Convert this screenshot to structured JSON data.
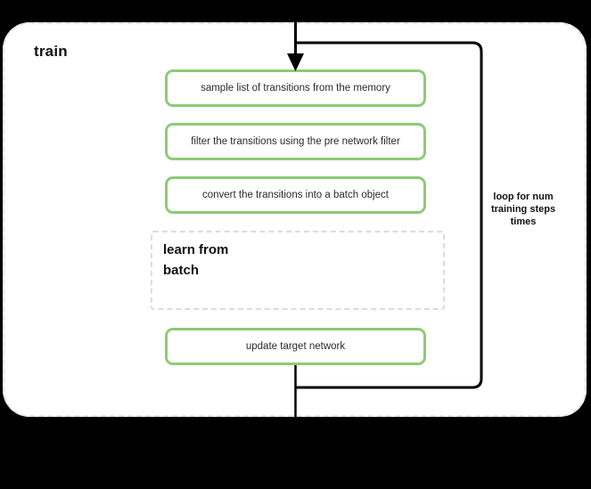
{
  "diagram": {
    "title": "train",
    "background_color": "#000000",
    "container": {
      "name": "train-container",
      "border_style": "dashed",
      "border_color": "#e3e3e3",
      "fill": "#ffffff"
    },
    "steps": [
      {
        "id": "sample",
        "label": "sample list of transitions from the memory",
        "border_color": "#8fca74"
      },
      {
        "id": "filter",
        "label": "filter the transitions using the pre network filter",
        "border_color": "#8fca74"
      },
      {
        "id": "convert",
        "label": "convert the transitions into a batch object",
        "border_color": "#8fca74"
      },
      {
        "id": "update",
        "label": "update target network",
        "border_color": "#8fca74"
      }
    ],
    "sub_block": {
      "id": "learn-from-batch",
      "title": "learn from\nbatch",
      "border_style": "dashed",
      "border_color": "#dcdcdc"
    },
    "loop": {
      "label": "loop for num\ntraining steps\ntimes",
      "stroke_color": "#000000"
    },
    "arrows": {
      "entry": "down-arrow-into-first-step",
      "exit": "down-line-out-of-update"
    }
  }
}
